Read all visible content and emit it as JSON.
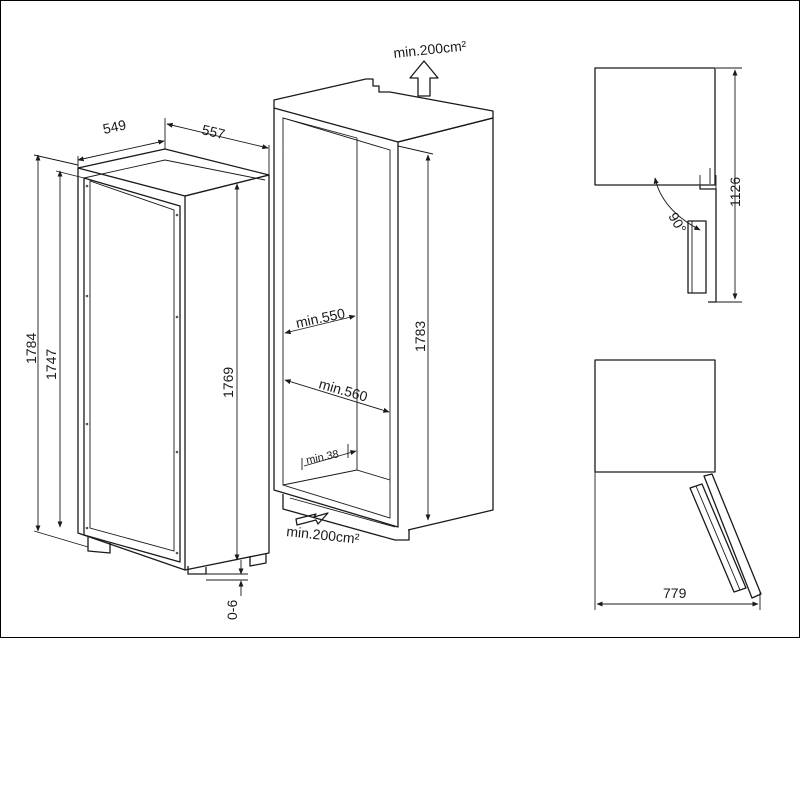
{
  "front_view": {
    "width_label": "549",
    "depth_label": "557",
    "overall_height_label": "1784",
    "door_height_label": "1747",
    "body_height_label": "1769",
    "feet_label": "0-6"
  },
  "niche": {
    "top_vent_label": "min.200cm²",
    "bottom_vent_label": "min.200cm²",
    "height_label": "1783",
    "depth_label": "min.550",
    "width_label": "min.560",
    "base_label": "min.38"
  },
  "side_top": {
    "height_label": "1126",
    "angle_label": "90°"
  },
  "side_bottom": {
    "depth_open_label": "779"
  }
}
